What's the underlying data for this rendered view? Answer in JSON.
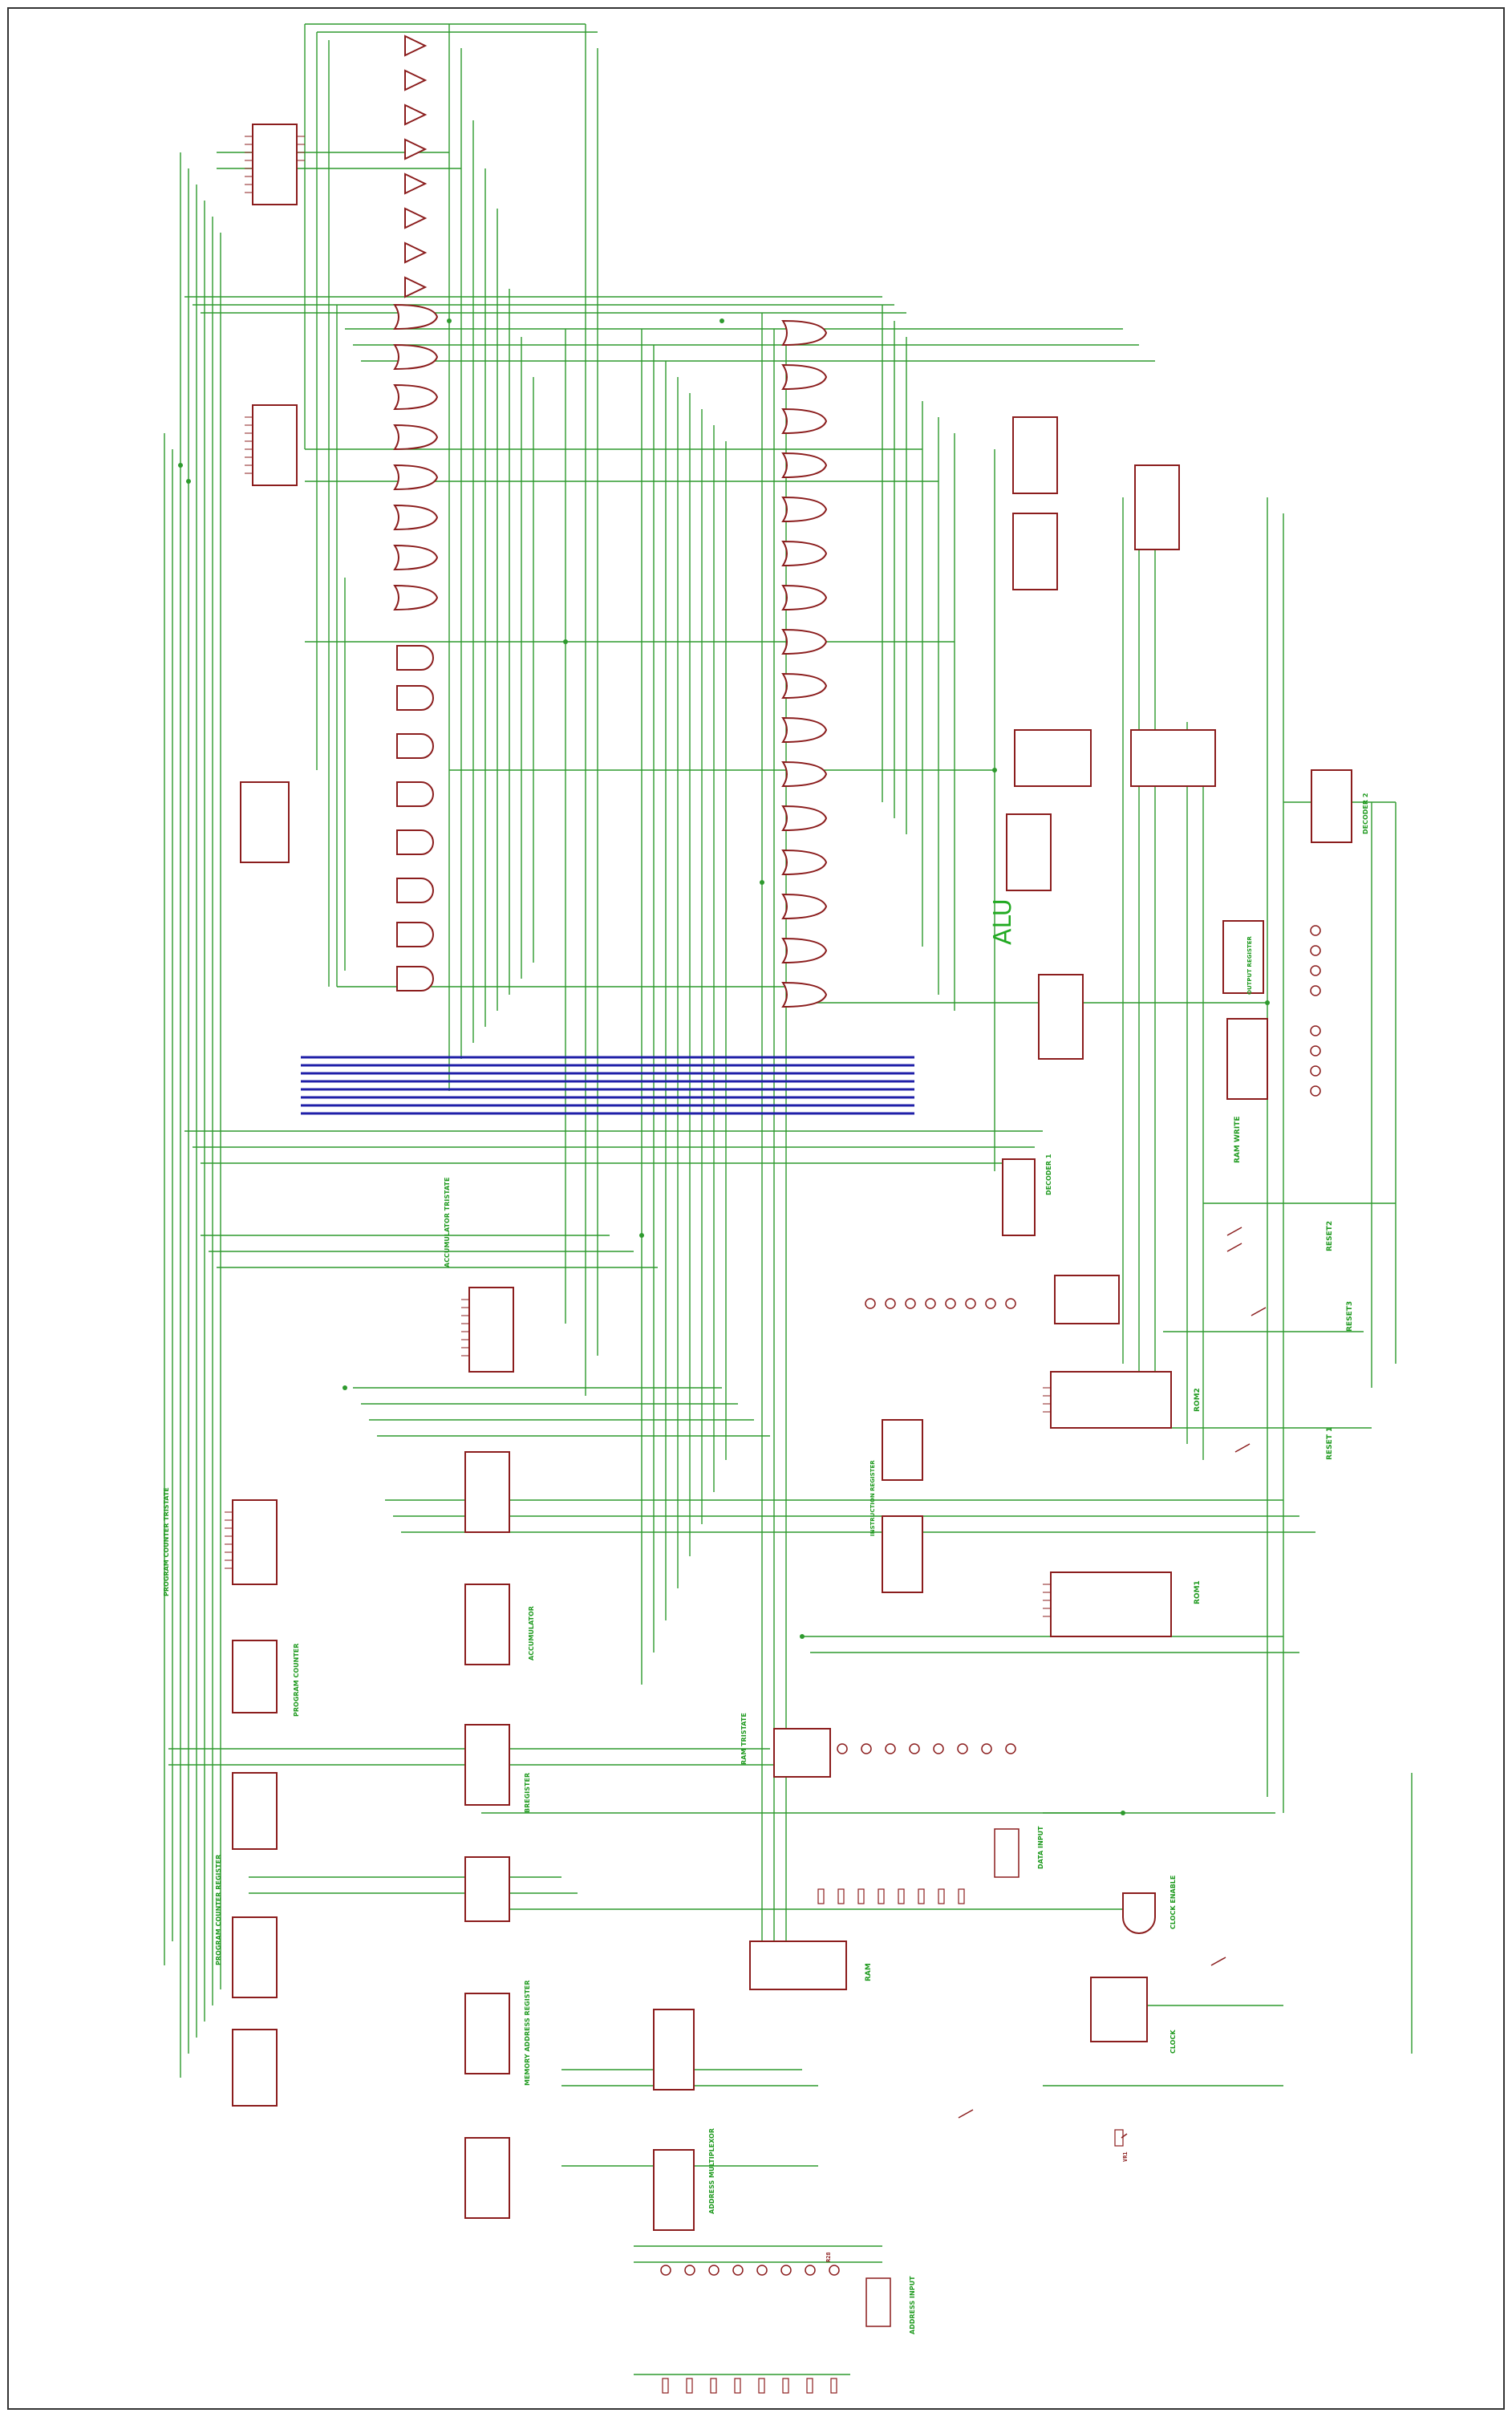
{
  "sections": {
    "alu": "ALU",
    "ram_write": "RAM WRITE",
    "reset2": "RESET2",
    "reset3": "RESET3",
    "reset1": "RESET 1",
    "rom2": "ROM2",
    "rom1": "ROM1",
    "accumulator_tristate": "ACCUMULATOR TRISTATE",
    "accumulator": "ACCUMULATOR",
    "program_counter_tristate": "PROGRAM COUNTER TRISTATE",
    "program_counter": "PROGRAM COUNTER",
    "program_counter_register": "PROGRAM COUNTER REGISTER",
    "b_register": "BREGISTER",
    "memory_address_register": "MEMORY ADDRESS REGISTER",
    "address_multiplexor": "ADDRESS MULTIPLEXOR",
    "ram_tristate": "RAM TRISTATE",
    "ram": "RAM",
    "data_input": "DATA INPUT",
    "clock_enable": "CLOCK ENABLE",
    "clock": "CLOCK",
    "address_input": "ADDRESS INPUT",
    "decoder1": "DECODER 1",
    "decoder2": "DECODER 2",
    "output_register": "OUTPUT REGISTER",
    "instruction_register": "INSTRUCTION REGISTER"
  },
  "refs": {
    "vr1": "VR1",
    "r28": "R28"
  },
  "colors": {
    "wire": "#2e9a2e",
    "bus": "#1f1fa8",
    "component": "#8b1d1d",
    "label": "#1f9a1f"
  }
}
